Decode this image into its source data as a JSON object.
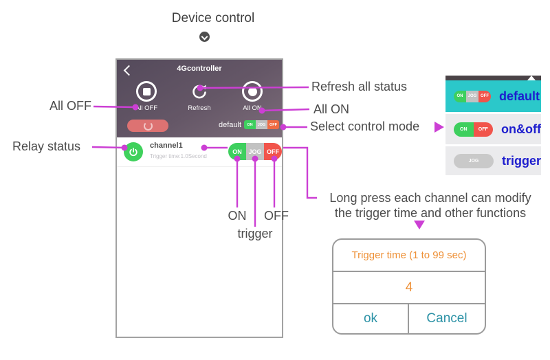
{
  "header": {
    "title": "Device control"
  },
  "phone": {
    "nav": {
      "title": "4Gcontroller"
    },
    "buttons": [
      {
        "label": "All OFF"
      },
      {
        "label": "Refresh"
      },
      {
        "label": "All ON"
      }
    ],
    "mode_row": {
      "label": "default",
      "toggle": [
        "ON",
        "JOG",
        "OFF"
      ]
    },
    "channel": {
      "name": "channel1",
      "trigger_time": "Trigger time:1.0Second",
      "toggle": [
        "ON",
        "JOG",
        "OFF"
      ]
    }
  },
  "annotations": {
    "all_off": "All OFF",
    "relay_status": "Relay status",
    "refresh_all_status": "Refresh  all status",
    "all_on": "All ON",
    "select_control_mode": "Select control mode",
    "on": "ON",
    "trigger": "trigger",
    "off": "OFF",
    "long_press_line1": "Long press each channel can  modify",
    "long_press_line2": "the trigger time and other functions"
  },
  "mode_panel": {
    "rows": [
      {
        "segments": [
          "ON",
          "JOG",
          "OFF"
        ],
        "label": "default",
        "selected": true
      },
      {
        "segments": [
          "ON",
          "OFF"
        ],
        "label": "on&off",
        "selected": false
      },
      {
        "segments": [
          "JOG"
        ],
        "label": "trigger",
        "selected": false
      }
    ]
  },
  "dialog": {
    "title": "Trigger time (1 to 99 sec)",
    "value": "4",
    "ok_label": "ok",
    "cancel_label": "Cancel"
  },
  "colors": {
    "annotation_magenta": "#cc3fd4",
    "on_green": "#3ecf5e",
    "jog_gray": "#c2c2c2",
    "off_red": "#f1544b",
    "panel_teal": "#2bc8ca",
    "panel_text_blue": "#1d1dce",
    "dialog_orange": "#ee9036",
    "dialog_teal": "#2c92a6"
  }
}
